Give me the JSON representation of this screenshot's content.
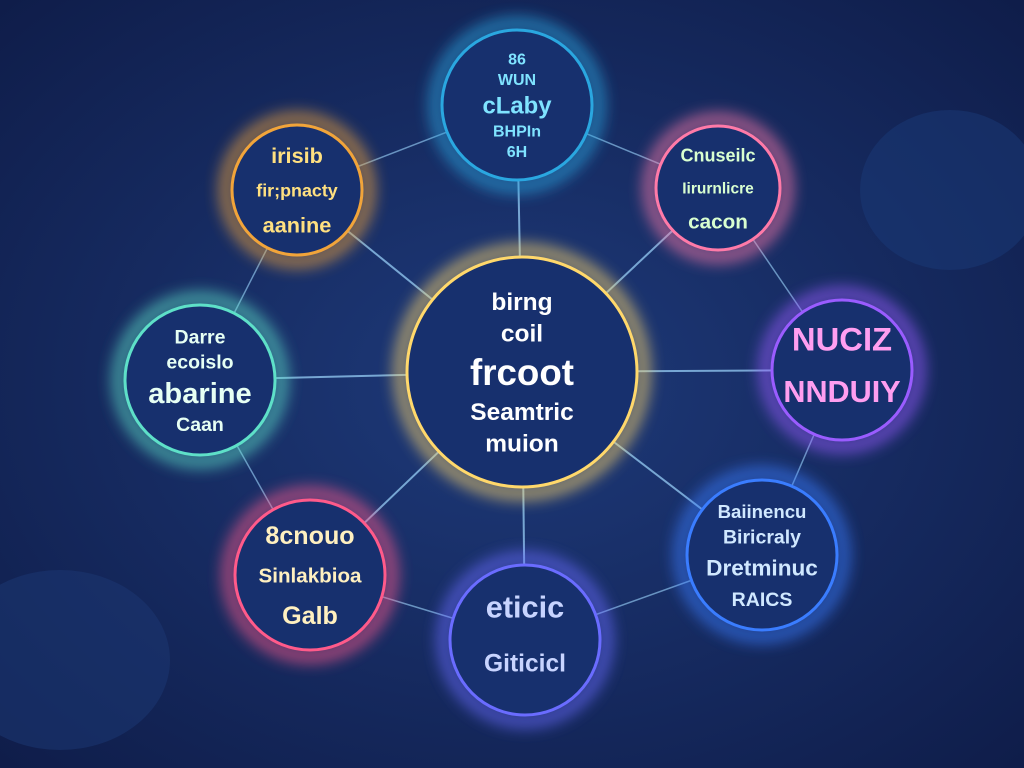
{
  "center": {
    "words": [
      "birng",
      "coil",
      "frcoot",
      "Seamtric",
      "muion"
    ],
    "color": "#ffffff",
    "glow": "#ffd86b"
  },
  "nodes": [
    {
      "id": "top",
      "words": [
        "86",
        "WUN",
        "cLaby",
        "BHPIn",
        "6H"
      ],
      "color": "#7fe3ff",
      "ring": "#2aa7e0"
    },
    {
      "id": "top-right",
      "words": [
        "Cnuseilc",
        "Iirurnlicre",
        "cacon"
      ],
      "color": "#d9ffd0",
      "ring": "#ff7aa8"
    },
    {
      "id": "top-left",
      "words": [
        "irisib",
        "fir;pnacty",
        "aanine"
      ],
      "color": "#ffe080",
      "ring": "#f1a43a"
    },
    {
      "id": "left",
      "words": [
        "Darre",
        "ecoislo",
        "abarine",
        "Caan"
      ],
      "color": "#e6fff4",
      "ring": "#5ee0c8"
    },
    {
      "id": "right",
      "words": [
        "NUCIZ",
        "NNDUIY"
      ],
      "color": "#ff9ef0",
      "ring": "#9a5cff"
    },
    {
      "id": "bottom-left",
      "words": [
        "8cnouo",
        "Sinlakbioa",
        "Galb"
      ],
      "color": "#fff0c0",
      "ring": "#ff5a8a"
    },
    {
      "id": "bottom",
      "words": [
        "eticic",
        "Giticicl"
      ],
      "color": "#c8d4ff",
      "ring": "#6a6cff"
    },
    {
      "id": "bottom-right",
      "words": [
        "Baiinencu",
        "Biricraly",
        "Dretminuc",
        "RAICS"
      ],
      "color": "#d0e8ff",
      "ring": "#3a7dff"
    }
  ],
  "colors": {
    "background": "#0f1d4a",
    "link": "#9fd8ff"
  }
}
